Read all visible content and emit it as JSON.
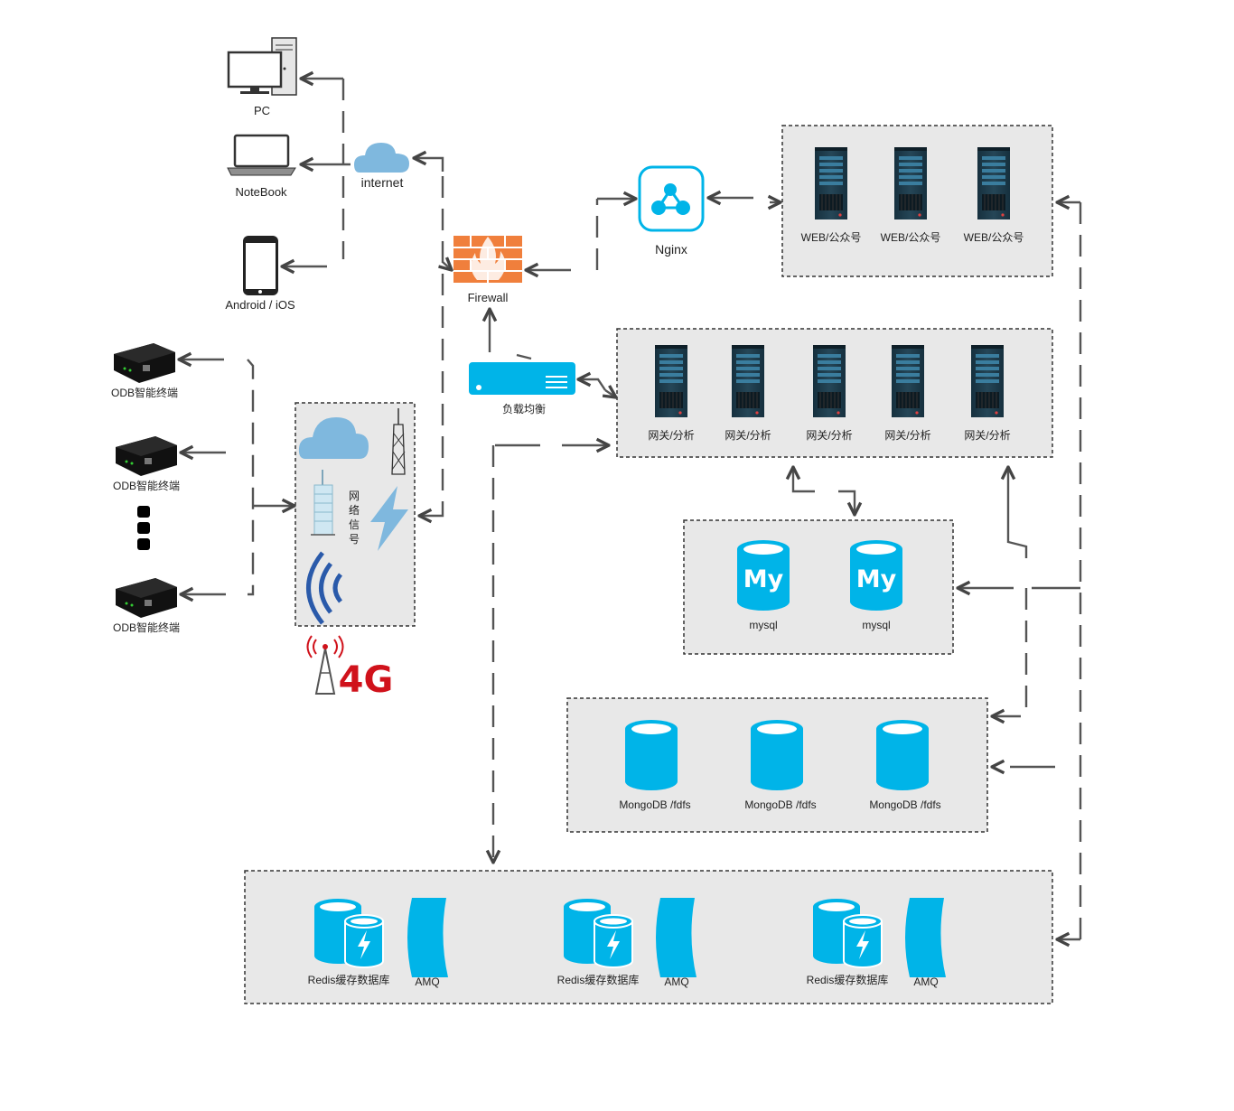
{
  "clients": {
    "pc": "PC",
    "notebook": "NoteBook",
    "mobile": "Android / iOS"
  },
  "internet": "internet",
  "firewall": "Firewall",
  "nginx": "Nginx",
  "load_balancer": "负载均衡",
  "network_signal": [
    "网",
    "络",
    "信",
    "号"
  ],
  "badge_4g": "4G",
  "terminals": [
    "ODB智能终端",
    "ODB智能终端",
    "ODB智能终端"
  ],
  "web_servers": [
    "WEB/公众号",
    "WEB/公众号",
    "WEB/公众号"
  ],
  "gateway_servers": [
    "网关/分析",
    "网关/分析",
    "网关/分析",
    "网关/分析",
    "网关/分析"
  ],
  "mysql": {
    "icon_text": "My",
    "nodes": [
      "mysql",
      "mysql"
    ]
  },
  "mongodb": [
    "MongoDB /fdfs",
    "MongoDB /fdfs",
    "MongoDB /fdfs"
  ],
  "cache": [
    {
      "redis": "Redis缓存数据库",
      "amq": "AMQ"
    },
    {
      "redis": "Redis缓存数据库",
      "amq": "AMQ"
    },
    {
      "redis": "Redis缓存数据库",
      "amq": "AMQ"
    }
  ],
  "colors": {
    "accent": "#00b4e8",
    "server": "#1d3a4a",
    "firewall": "#f07f3c",
    "cloud": "#7fb8de",
    "signal": "#2a5aaa",
    "badge_red": "#d0121b",
    "box_fill": "#e8e8e8",
    "connector": "#555555"
  }
}
